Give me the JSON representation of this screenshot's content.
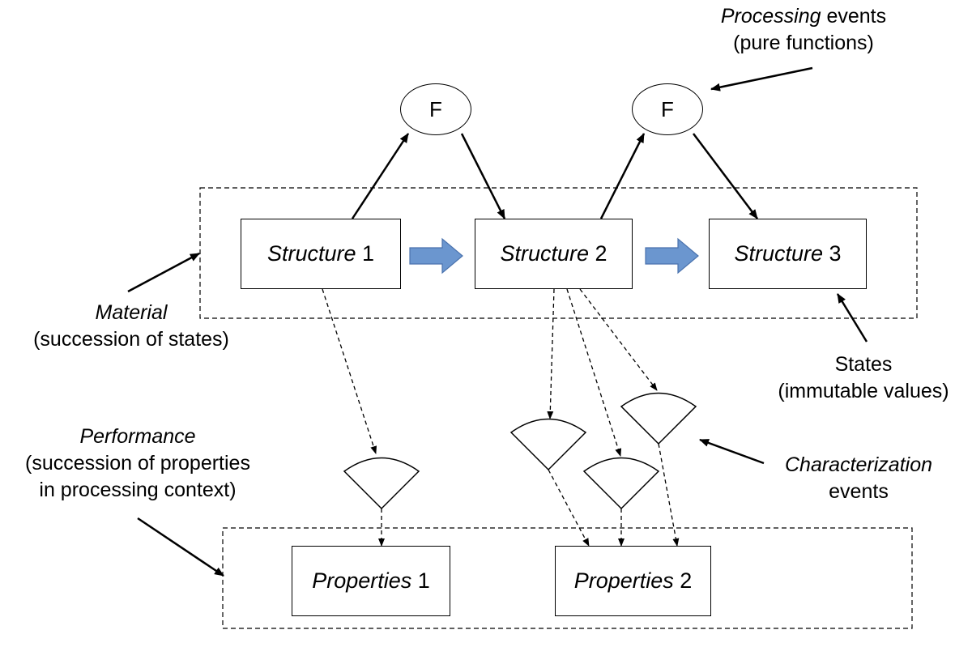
{
  "nodes": {
    "f1": "F",
    "f2": "F",
    "structure1": {
      "em": "Structure",
      "num": "1"
    },
    "structure2": {
      "em": "Structure",
      "num": "2"
    },
    "structure3": {
      "em": "Structure",
      "num": "3"
    },
    "properties1": {
      "em": "Properties",
      "num": "1"
    },
    "properties2": {
      "em": "Properties",
      "num": "2"
    }
  },
  "annotations": {
    "processing": {
      "em": "Processing",
      "rest": "events",
      "line2": "(pure functions)"
    },
    "material": {
      "em": "Material",
      "line2": "(succession of states)"
    },
    "states": {
      "line1": "States",
      "line2": "(immutable values)"
    },
    "performance": {
      "em": "Performance",
      "line2": "(succession of properties",
      "line3": "in processing context)"
    },
    "characterization": {
      "em": "Characterization",
      "line2": "events"
    }
  },
  "colors": {
    "line": "#000000",
    "flow_arrow": "#6b96cf",
    "flow_arrow_border": "#4a72ad"
  }
}
